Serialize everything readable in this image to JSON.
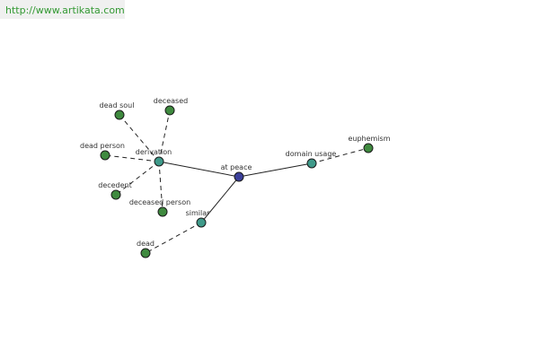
{
  "header": {
    "url": "http://www.artikata.com"
  },
  "graph": {
    "nodes": [
      {
        "id": "at-peace",
        "label": "at peace",
        "kind": "root",
        "color": "#3b3f9a"
      },
      {
        "id": "derivation",
        "label": "derivation",
        "kind": "relation",
        "color": "#3f9a8a"
      },
      {
        "id": "similar",
        "label": "similar",
        "kind": "relation",
        "color": "#3f9a8a"
      },
      {
        "id": "domain-usage",
        "label": "domain usage",
        "kind": "relation",
        "color": "#3f9a8a"
      },
      {
        "id": "dead-soul",
        "label": "dead soul",
        "kind": "term",
        "color": "#3f8a3f"
      },
      {
        "id": "deceased",
        "label": "deceased",
        "kind": "term",
        "color": "#3f8a3f"
      },
      {
        "id": "dead-person",
        "label": "dead person",
        "kind": "term",
        "color": "#3f8a3f"
      },
      {
        "id": "decedent",
        "label": "decedent",
        "kind": "term",
        "color": "#3f8a3f"
      },
      {
        "id": "deceased-person",
        "label": "deceased person",
        "kind": "term",
        "color": "#3f8a3f"
      },
      {
        "id": "dead",
        "label": "dead",
        "kind": "term",
        "color": "#3f8a3f"
      },
      {
        "id": "euphemism",
        "label": "euphemism",
        "kind": "term",
        "color": "#3f8a3f"
      }
    ],
    "edges": [
      {
        "from": "at-peace",
        "to": "derivation",
        "style": "solid"
      },
      {
        "from": "at-peace",
        "to": "similar",
        "style": "solid"
      },
      {
        "from": "at-peace",
        "to": "domain-usage",
        "style": "solid"
      },
      {
        "from": "derivation",
        "to": "dead-soul",
        "style": "dashed"
      },
      {
        "from": "derivation",
        "to": "deceased",
        "style": "dashed"
      },
      {
        "from": "derivation",
        "to": "dead-person",
        "style": "dashed"
      },
      {
        "from": "derivation",
        "to": "decedent",
        "style": "dashed"
      },
      {
        "from": "derivation",
        "to": "deceased-person",
        "style": "dashed"
      },
      {
        "from": "similar",
        "to": "dead",
        "style": "dashed"
      },
      {
        "from": "domain-usage",
        "to": "euphemism",
        "style": "dashed"
      }
    ]
  }
}
